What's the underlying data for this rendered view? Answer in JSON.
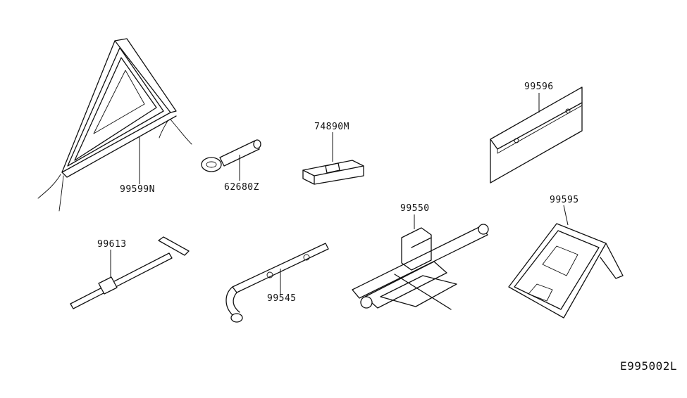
{
  "diagram": {
    "reference_code": "E995002L",
    "parts": [
      {
        "id": "warning-triangle",
        "number": "99599N"
      },
      {
        "id": "tow-hook",
        "number": "62680Z"
      },
      {
        "id": "jack-mount",
        "number": "74890M"
      },
      {
        "id": "tool-bag",
        "number": "99596"
      },
      {
        "id": "jack-handle",
        "number": "99613"
      },
      {
        "id": "wheel-wrench",
        "number": "99545"
      },
      {
        "id": "scissor-jack",
        "number": "99550"
      },
      {
        "id": "wheel-chock",
        "number": "99595"
      }
    ]
  }
}
